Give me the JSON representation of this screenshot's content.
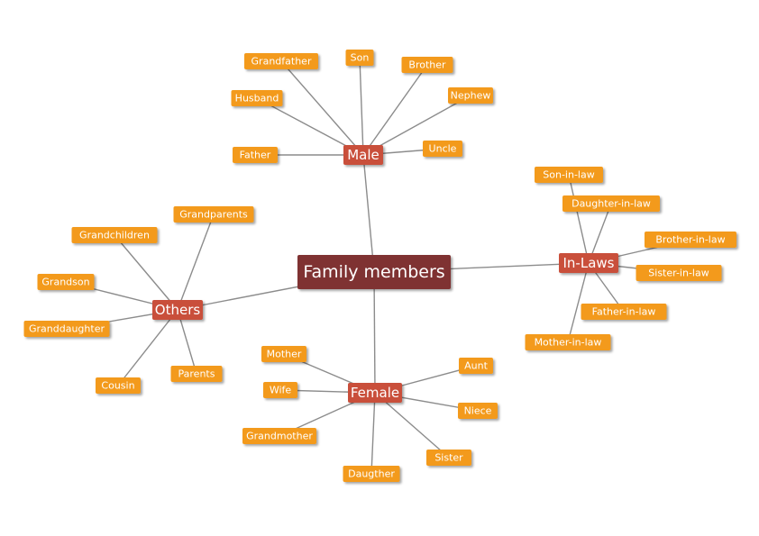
{
  "colors": {
    "root_fill": "#7f3030",
    "hub_fill": "#c9503a",
    "leaf_fill": "#f39a1c",
    "text": "#ffffff",
    "line": "#8c8c8c"
  },
  "diagram": {
    "root": {
      "id": "root",
      "label": "Family members"
    },
    "hubs": [
      {
        "id": "male",
        "label": "Male"
      },
      {
        "id": "female",
        "label": "Female"
      },
      {
        "id": "inlaws",
        "label": "In-Laws"
      },
      {
        "id": "others",
        "label": "Others"
      }
    ],
    "leaves": [
      {
        "id": "grandfather",
        "label": "Grandfather",
        "parent": "male"
      },
      {
        "id": "son",
        "label": "Son",
        "parent": "male"
      },
      {
        "id": "brother",
        "label": "Brother",
        "parent": "male"
      },
      {
        "id": "husband",
        "label": "Husband",
        "parent": "male"
      },
      {
        "id": "nephew",
        "label": "Nephew",
        "parent": "male"
      },
      {
        "id": "father",
        "label": "Father",
        "parent": "male"
      },
      {
        "id": "uncle",
        "label": "Uncle",
        "parent": "male"
      },
      {
        "id": "son-in-law",
        "label": "Son-in-law",
        "parent": "inlaws"
      },
      {
        "id": "daughter-in-law",
        "label": "Daughter-in-law",
        "parent": "inlaws"
      },
      {
        "id": "brother-in-law",
        "label": "Brother-in-law",
        "parent": "inlaws"
      },
      {
        "id": "sister-in-law",
        "label": "Sister-in-law",
        "parent": "inlaws"
      },
      {
        "id": "father-in-law",
        "label": "Father-in-law",
        "parent": "inlaws"
      },
      {
        "id": "mother-in-law",
        "label": "Mother-in-law",
        "parent": "inlaws"
      },
      {
        "id": "grandparents",
        "label": "Grandparents",
        "parent": "others"
      },
      {
        "id": "grandchildren",
        "label": "Grandchildren",
        "parent": "others"
      },
      {
        "id": "grandson",
        "label": "Grandson",
        "parent": "others"
      },
      {
        "id": "granddaughter",
        "label": "Granddaughter",
        "parent": "others"
      },
      {
        "id": "cousin",
        "label": "Cousin",
        "parent": "others"
      },
      {
        "id": "parents",
        "label": "Parents",
        "parent": "others"
      },
      {
        "id": "mother",
        "label": "Mother",
        "parent": "female"
      },
      {
        "id": "wife",
        "label": "Wife",
        "parent": "female"
      },
      {
        "id": "aunt",
        "label": "Aunt",
        "parent": "female"
      },
      {
        "id": "niece",
        "label": "Niece",
        "parent": "female"
      },
      {
        "id": "grandmother",
        "label": "Grandmother",
        "parent": "female"
      },
      {
        "id": "sister",
        "label": "Sister",
        "parent": "female"
      },
      {
        "id": "daugther",
        "label": "Daugther",
        "parent": "female"
      }
    ]
  }
}
